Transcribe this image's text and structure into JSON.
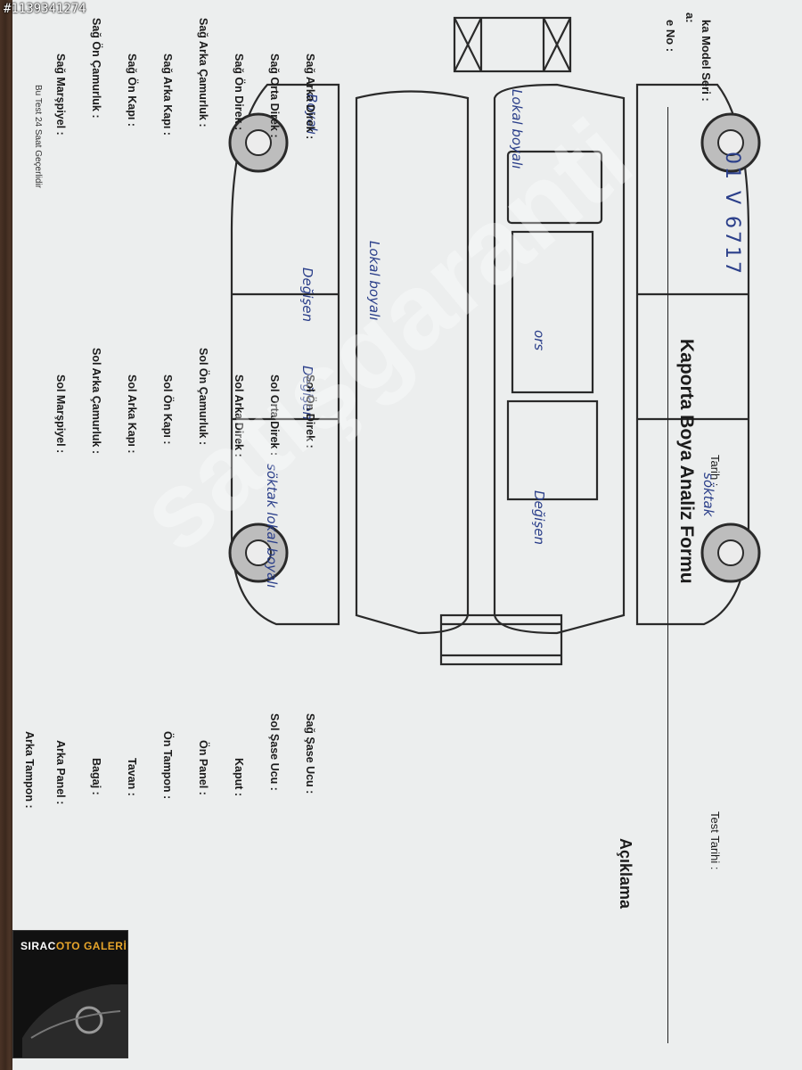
{
  "listing_id": "#1139341274",
  "form": {
    "title": "Kaporta Boya Analiz Formu",
    "tarih_label": "Tarih :",
    "test_tarihi_label": "Test Tarihi :",
    "aciklama_label": "Açıklama",
    "header_fields": [
      {
        "label": "a:"
      },
      {
        "label": "ka Model Seri :"
      },
      {
        "label": "e No :"
      }
    ],
    "plate_handwritten": "01 V 6717",
    "sag_labels": [
      "Sağ Arka Direk :",
      "Sağ Orta Direk :",
      "Sağ Ön Direk :",
      "Sağ Arka Çamurluk :",
      "Sağ Arka Kapı :",
      "Sağ Ön Kapı :",
      "Sağ Ön Çamurluk :",
      "Sağ Marşpiyel :"
    ],
    "sol_labels": [
      "Sol Ön Direk :",
      "Sol Orta Direk :",
      "Sol Arka Direk :",
      "Sol Ön Çamurluk :",
      "Sol Ön Kapı :",
      "Sol Arka Kapı :",
      "Sol Arka Çamurluk :",
      "Sol Marşpiyel :"
    ],
    "other_labels": [
      "Sağ Şase Ucu :",
      "Sol Şase Ucu :",
      "Kaput :",
      "Ön Panel :",
      "Ön Tampon :",
      "Tavan :",
      "Bagaj :",
      "Arka Panel :",
      "Arka Tampon :"
    ],
    "footnote": "Bu Test 24 Saat Geçerlidir"
  },
  "annotations": [
    {
      "part": "tavan-arka",
      "text": "Lokal boyalı"
    },
    {
      "part": "sol-arka-camurluk",
      "text": "Boyalı"
    },
    {
      "part": "sag-kapilar",
      "text": "Lokal boyalı"
    },
    {
      "part": "sol-arka-kapi",
      "text": "Değişen"
    },
    {
      "part": "sol-on-kapi",
      "text": "Değişen"
    },
    {
      "part": "tavan",
      "text": "ors"
    },
    {
      "part": "sag-on-camurluk",
      "text": "söktak"
    },
    {
      "part": "kaput",
      "text": "Değişen"
    },
    {
      "part": "sol-on-camurluk",
      "text": "söktak lokal boyalı"
    }
  ],
  "watermark": "satışgaranti",
  "logo": {
    "name_part1": "SIRAC",
    "name_part2": "OTO GALERİ",
    "accent": "#e7a52b"
  },
  "colors": {
    "ink": "#2b3f8a",
    "paper": "#eceeee"
  }
}
